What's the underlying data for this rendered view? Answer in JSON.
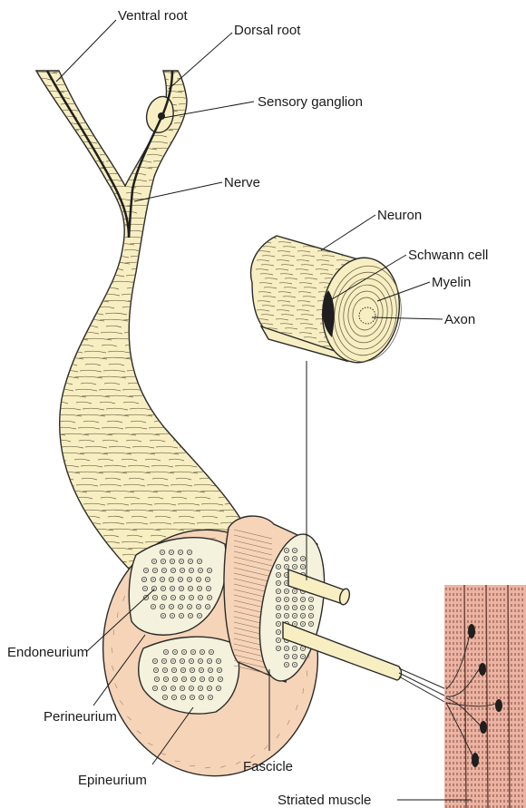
{
  "labels": {
    "ventral_root": "Ventral root",
    "dorsal_root": "Dorsal root",
    "sensory_ganglion": "Sensory ganglion",
    "nerve": "Nerve",
    "neuron": "Neuron",
    "schwann_cell": "Schwann cell",
    "myelin": "Myelin",
    "axon": "Axon",
    "endoneurium": "Endoneurium",
    "perineurium": "Perineurium",
    "epineurium": "Epineurium",
    "fascicle": "Fascicle",
    "striated_muscle": "Striated muscle"
  },
  "colors": {
    "nerve_fill": "#f7efc2",
    "epineurium_fill": "#f5d4b8",
    "fascicle_fill": "#f4f1dc",
    "muscle_fill": "#edb3a2",
    "muscle_stripe": "#6b3f35",
    "nucleus": "#1f1f1f",
    "outline": "#2a2a2a"
  }
}
